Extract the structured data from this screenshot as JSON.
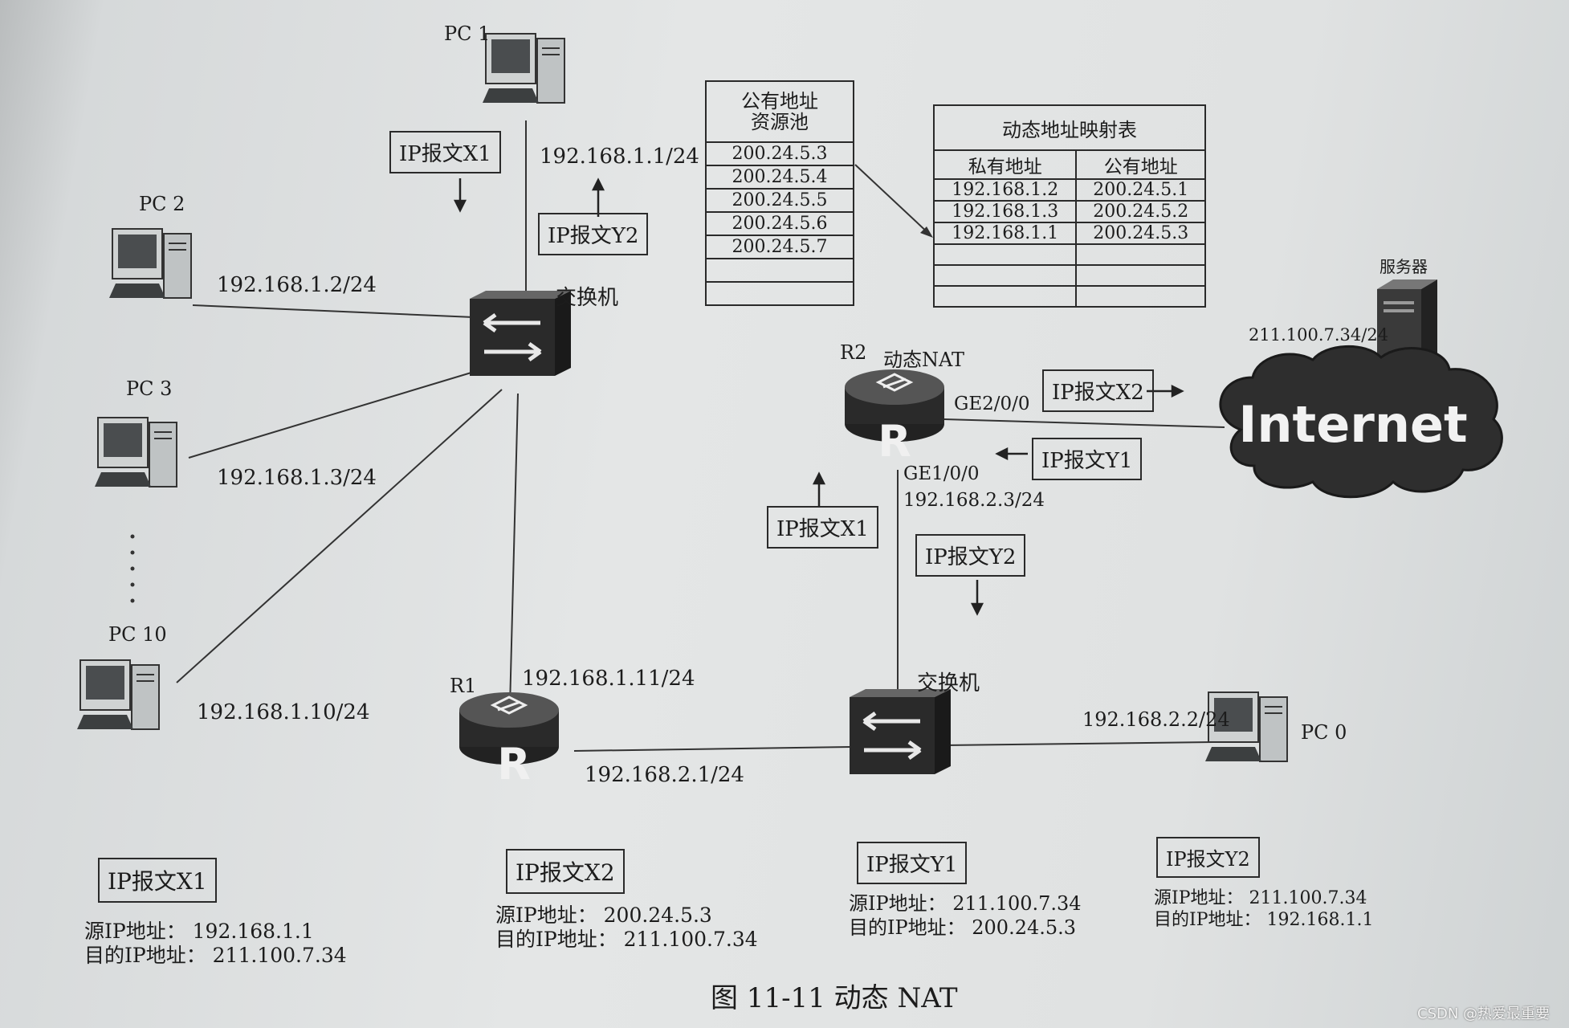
{
  "devices": {
    "pc1": {
      "label": "PC 1",
      "ip": "192.168.1.1/24"
    },
    "pc2": {
      "label": "PC 2",
      "ip": "192.168.1.2/24"
    },
    "pc3": {
      "label": "PC 3",
      "ip": "192.168.1.3/24"
    },
    "pc10": {
      "label": "PC 10",
      "ip": "192.168.1.10/24"
    },
    "pc0": {
      "label": "PC 0",
      "ip": "192.168.2.2/24"
    },
    "switch1": {
      "label": "交换机"
    },
    "switch2": {
      "label": "交换机"
    },
    "r1": {
      "label": "R1",
      "ip_lan": "192.168.1.11/24",
      "ip_wan": "192.168.2.1/24"
    },
    "r2": {
      "label": "R2",
      "function": "动态NAT",
      "ge2": "GE2/0/0",
      "ge1": "GE1/0/0",
      "ge1_ip": "192.168.2.3/24"
    },
    "server": {
      "label": "服务器",
      "ip": "211.100.7.34/24"
    },
    "internet": {
      "label": "Internet"
    }
  },
  "router_glyph": "R",
  "packet_boxes": {
    "x1_top": "IP报文X1",
    "y2_top": "IP报文Y2",
    "x2_right": "IP报文X2",
    "y1_right": "IP报文Y1",
    "x1_mid": "IP报文X1",
    "y2_mid": "IP报文Y2"
  },
  "address_pool": {
    "header": [
      "公有地址",
      "资源池"
    ],
    "rows": [
      "200.24.5.3",
      "200.24.5.4",
      "200.24.5.5",
      "200.24.5.6",
      "200.24.5.7",
      "",
      ""
    ]
  },
  "mapping_table": {
    "title": "动态地址映射表",
    "columns": [
      "私有地址",
      "公有地址"
    ],
    "rows": [
      [
        "192.168.1.2",
        "200.24.5.1"
      ],
      [
        "192.168.1.3",
        "200.24.5.2"
      ],
      [
        "192.168.1.1",
        "200.24.5.3"
      ],
      [
        "",
        ""
      ],
      [
        "",
        ""
      ],
      [
        "",
        ""
      ]
    ]
  },
  "packets_bottom": [
    {
      "name": "IP报文X1",
      "src": "源IP地址：  192.168.1.1",
      "dst": "目的IP地址：  211.100.7.34"
    },
    {
      "name": "IP报文X2",
      "src": "源IP地址：  200.24.5.3",
      "dst": "目的IP地址：  211.100.7.34"
    },
    {
      "name": "IP报文Y1",
      "src": "源IP地址：  211.100.7.34",
      "dst": "目的IP地址：  200.24.5.3"
    },
    {
      "name": "IP报文Y2",
      "src": "源IP地址：  211.100.7.34",
      "dst": "目的IP地址：  192.168.1.1"
    }
  ],
  "caption": "图 11-11    动态 NAT",
  "watermark": "CSDN @热爱最重要"
}
